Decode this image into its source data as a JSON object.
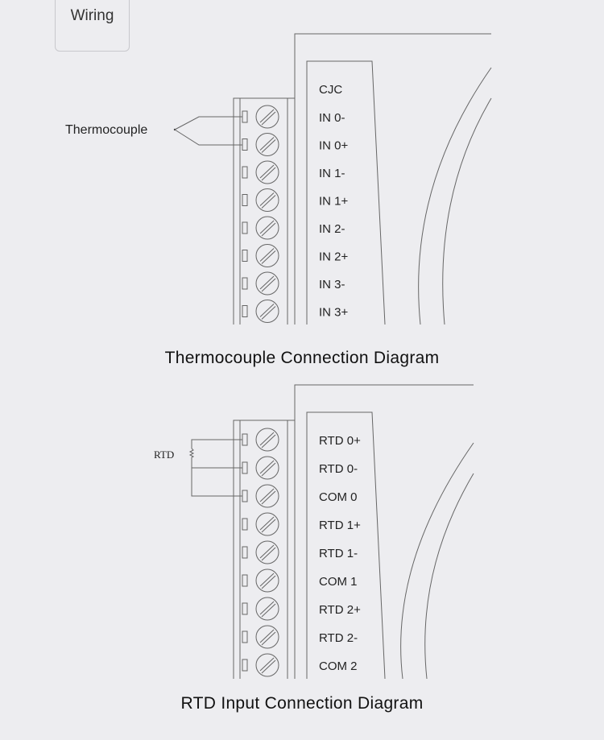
{
  "tab": {
    "label": "Wiring"
  },
  "diagrams": [
    {
      "title": "Thermocouple Connection Diagram",
      "sensor_label": "Thermocouple",
      "header_label": "CJC",
      "terminals": [
        "IN 0-",
        "IN 0+",
        "IN 1-",
        "IN 1+",
        "IN 2-",
        "IN 2+",
        "IN 3-",
        "IN 3+"
      ]
    },
    {
      "title": "RTD Input Connection Diagram",
      "sensor_label": "RTD",
      "terminals": [
        "RTD 0+",
        "RTD 0-",
        "COM 0",
        "RTD 1+",
        "RTD 1-",
        "COM 1",
        "RTD 2+",
        "RTD 2-",
        "COM 2"
      ]
    }
  ],
  "colors": {
    "background": "#ededf0",
    "line": "#555555"
  }
}
